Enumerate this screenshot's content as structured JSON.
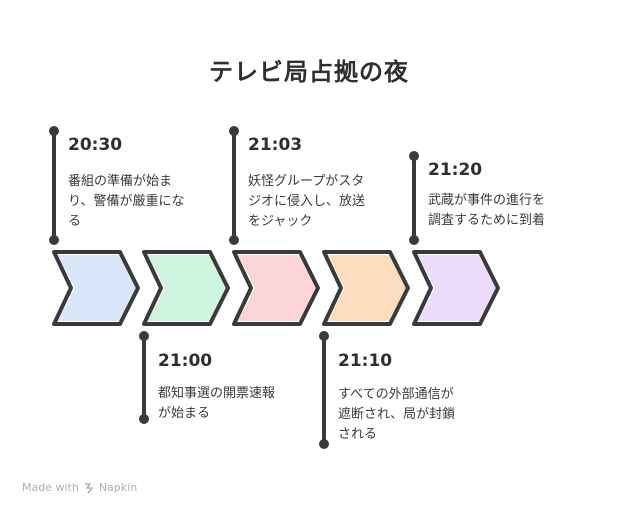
{
  "title": "テレビ局占拠の夜",
  "events": [
    {
      "time": "20:30",
      "desc_lines": [
        "番組の準備が始ま",
        "り、警備が厳重にな",
        "る"
      ],
      "color": "#dbe6fb"
    },
    {
      "time": "21:00",
      "desc_lines": [
        "都知事選の開票速報",
        "が始まる"
      ],
      "color": "#cdf5df"
    },
    {
      "time": "21:03",
      "desc_lines": [
        "妖怪グループがスタ",
        "ジオに侵入し、放送",
        "をジャック"
      ],
      "color": "#fcd6d6"
    },
    {
      "time": "21:10",
      "desc_lines": [
        "すべての外部通信が",
        "遮断され、局が封鎖",
        "される"
      ],
      "color": "#fddcbf"
    },
    {
      "time": "21:20",
      "desc_lines": [
        "武蔵が事件の進行を",
        "調査するために到着"
      ],
      "color": "#ecdbfb"
    }
  ],
  "footer": {
    "made_with": "Made with",
    "brand": "Napkin"
  }
}
